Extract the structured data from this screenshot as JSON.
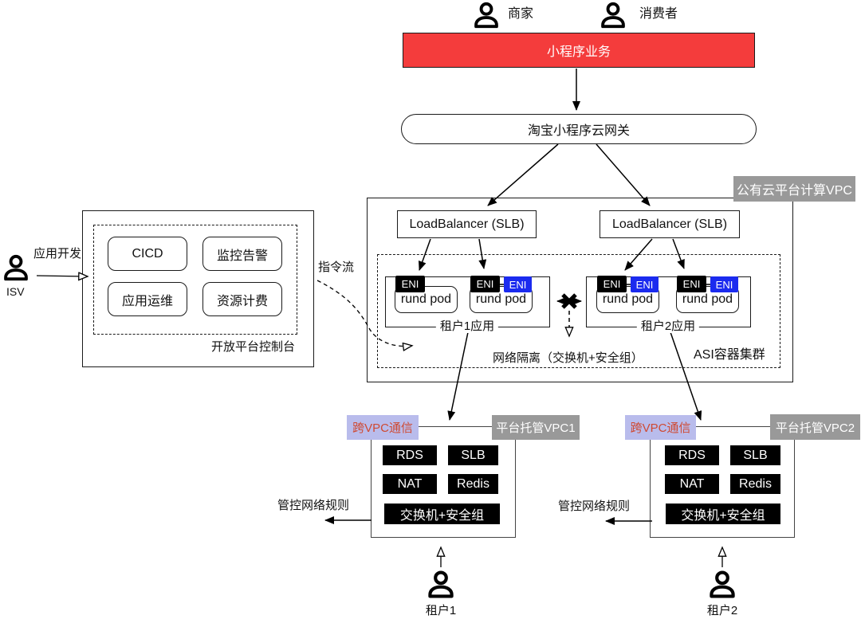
{
  "diagram": {
    "actors": {
      "merchant": "商家",
      "consumer": "消费者",
      "isv": "ISV",
      "tenant1": "租户1",
      "tenant2": "租户2"
    },
    "top": {
      "business": "小程序业务",
      "gateway": "淘宝小程序云网关"
    },
    "console": {
      "title": "开放平台控制台",
      "app_dev_flow": "应用开发",
      "command_flow": "指令流",
      "modules": [
        "CICD",
        "监控告警",
        "应用运维",
        "资源计费"
      ]
    },
    "compute_vpc": {
      "badge": "公有云平台计算VPC",
      "load_balancer": "LoadBalancer (SLB)",
      "asi_cluster": "ASI容器集群",
      "network_isolation": "网络隔离（交换机+安全组）",
      "eni": "ENI",
      "pod": "rund pod",
      "tenant1_app": "租户1应用",
      "tenant2_app": "租户2应用"
    },
    "hosted_vpc1": {
      "cross_vpc": "跨VPC通信",
      "badge": "平台托管VPC1",
      "services": [
        "RDS",
        "SLB",
        "NAT",
        "Redis"
      ],
      "switch_sg": "交换机+安全组",
      "rule": "管控网络规则"
    },
    "hosted_vpc2": {
      "cross_vpc": "跨VPC通信",
      "badge": "平台托管VPC2",
      "services": [
        "RDS",
        "SLB",
        "NAT",
        "Redis"
      ],
      "switch_sg": "交换机+安全组",
      "rule": "管控网络规则"
    },
    "colors": {
      "accent_red": "#f43c3c",
      "badge_gray": "#999999",
      "cross_vpc_bg": "#b9bcec",
      "cross_vpc_text": "#cf4a33",
      "eni_blue": "#1b2bef",
      "chip_black": "#000000"
    }
  }
}
